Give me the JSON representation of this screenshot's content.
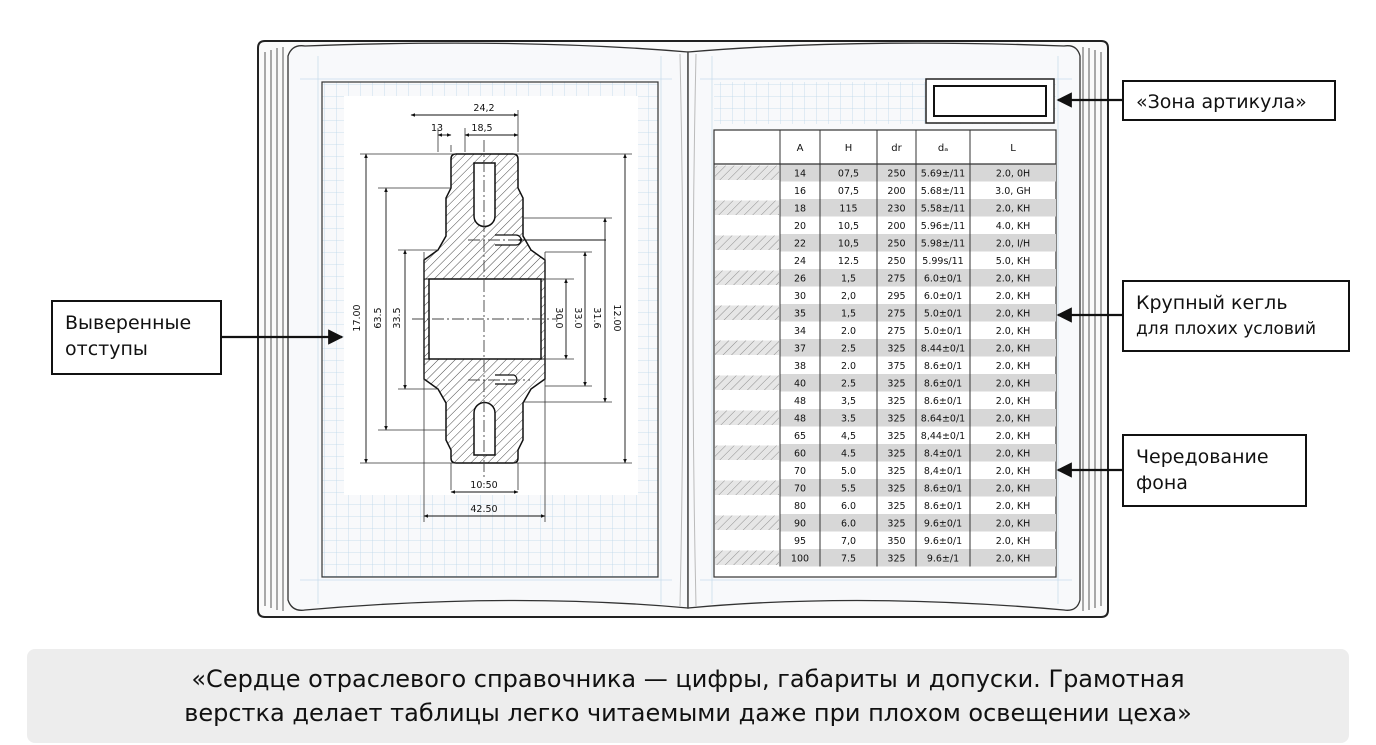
{
  "drawing": {
    "dims": {
      "top_overall": "24,2",
      "top_left": "13",
      "top_mid": "18,5",
      "left_outer": "17.00",
      "left_mid": "63.5",
      "left_inner": "33.5",
      "right_bore": "30.0",
      "right_hub": "33.0",
      "right_mid": "31.6",
      "right_outer": "12.00",
      "bottom_inner": "10:50",
      "bottom_outer": "42.50"
    }
  },
  "table": {
    "headers": [
      "A",
      "H",
      "dr",
      "dₐ",
      "L"
    ],
    "rows": [
      [
        "14",
        "07,5",
        "250",
        "5.69±/11",
        "2.0, 0H"
      ],
      [
        "16",
        "07,5",
        "200",
        "5.68±/11",
        "3.0, GH"
      ],
      [
        "18",
        "115",
        "230",
        "5.58±/11",
        "2.0, KH"
      ],
      [
        "20",
        "10,5",
        "200",
        "5.96±/11",
        "4.0, KH"
      ],
      [
        "22",
        "10,5",
        "250",
        "5.98±/11",
        "2.0, I/H"
      ],
      [
        "24",
        "12.5",
        "250",
        "5.99s/11",
        "5.0, KH"
      ],
      [
        "26",
        "1,5",
        "275",
        "6.0±0/1",
        "2.0, KH"
      ],
      [
        "30",
        "2,0",
        "295",
        "6.0±0/1",
        "2.0, KH"
      ],
      [
        "35",
        "1,5",
        "275",
        "5.0±0/1",
        "2.0, KH"
      ],
      [
        "34",
        "2.0",
        "275",
        "5.0±0/1",
        "2.0, KH"
      ],
      [
        "37",
        "2.5",
        "325",
        "8.44±0/1",
        "2.0, KH"
      ],
      [
        "38",
        "2.0",
        "375",
        "8.6±0/1",
        "2.0, KH"
      ],
      [
        "40",
        "2.5",
        "325",
        "8.6±0/1",
        "2.0, KH"
      ],
      [
        "48",
        "3,5",
        "325",
        "8.6±0/1",
        "2.0, KH"
      ],
      [
        "48",
        "3.5",
        "325",
        "8.64±0/1",
        "2.0, KH"
      ],
      [
        "65",
        "4,5",
        "325",
        "8,44±0/1",
        "2.0, KH"
      ],
      [
        "60",
        "4.5",
        "325",
        "8.4±0/1",
        "2.0, KH"
      ],
      [
        "70",
        "5.0",
        "325",
        "8,4±0/1",
        "2.0, KH"
      ],
      [
        "70",
        "5.5",
        "325",
        "8.6±0/1",
        "2.0, KH"
      ],
      [
        "80",
        "6.0",
        "325",
        "8.6±0/1",
        "2.0, KH"
      ],
      [
        "90",
        "6.0",
        "325",
        "9.6±0/1",
        "2.0, KH"
      ],
      [
        "95",
        "7,0",
        "350",
        "9.6±0/1",
        "2.0, KH"
      ],
      [
        "100",
        "7.5",
        "325",
        "9.6±/1",
        "2.0, KH"
      ]
    ]
  },
  "callouts": {
    "article_zone": "«Зона артикула»",
    "large_font_line1": "Крупный кегль",
    "large_font_line2": "для плохих условий",
    "margins_line1": "Выверенные",
    "margins_line2": "отступы",
    "alternation_line1": "Чередование",
    "alternation_line2": "фона"
  },
  "quote": {
    "line1": "«Сердце отраслевого справочника — цифры, габариты и допуски. Грамотная",
    "line2": "верстка делает таблицы легко читаемыми даже при плохом освещении цеха»"
  }
}
